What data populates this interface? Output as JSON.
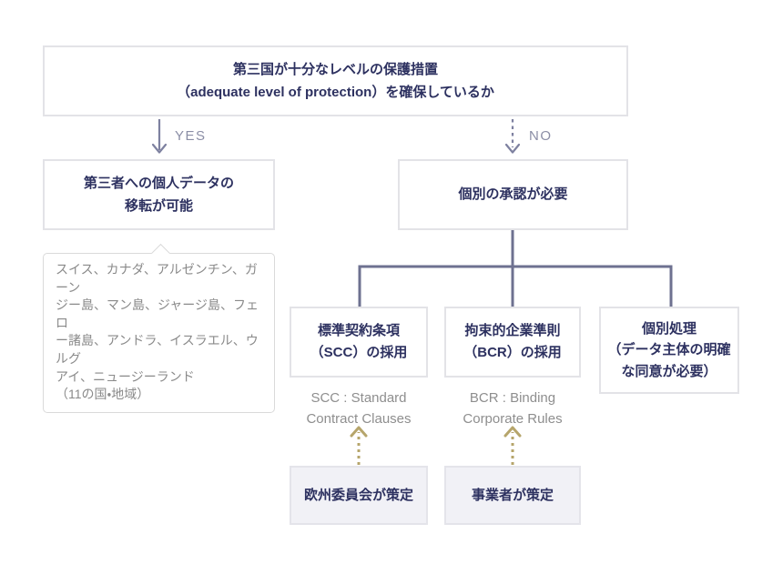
{
  "diagram": {
    "root_question": "第三国が十分なレベルの保護措置\n（adequate level of protection）を確保しているか",
    "branch_yes": {
      "label": "YES",
      "result": "第三者への個人データの\n移転が可能",
      "countries_note": "スイス、カナダ、アルゼンチン、ガーン\nジー島、マン島、ジャージ島、フェロ\nー諸島、アンドラ、イスラエル、ウルグ\nアイ、ニュージーランド\n（11の国・地域）"
    },
    "branch_no": {
      "label": "NO",
      "result": "個別の承認が必要",
      "options": [
        {
          "title": "標準契約条項\n（SCC）の採用",
          "abbreviation_note": "SCC : Standard\nContract Clauses",
          "drafter": "欧州委員会が策定"
        },
        {
          "title": "拘束的企業準則\n（BCR）の採用",
          "abbreviation_note": "BCR : Binding\nCorporate Rules",
          "drafter": "事業者が策定"
        },
        {
          "title": "個別処理\n（データ主体の明確\nな同意が必要）"
        }
      ]
    }
  },
  "colors": {
    "box_text": "#2d3160",
    "edge_arrow": "#7e81a0",
    "branch_line": "#6e7190",
    "edge_label_text": "#8b8ea6",
    "muted_text": "#8a8a8a",
    "drafter_arrow": "#b6a56b",
    "box_border": "#e3e3e7",
    "drafter_box_bg": "#f1f1f6"
  }
}
